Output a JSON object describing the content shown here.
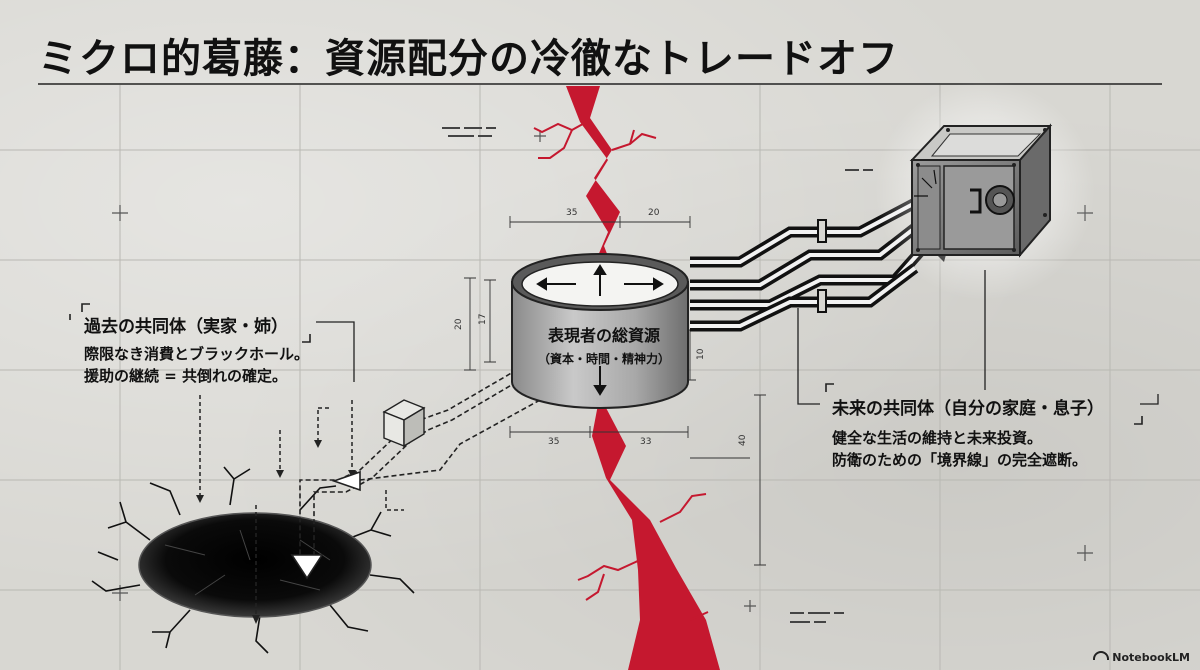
{
  "title": "ミクロ的葛藤：資源配分の冷徹なトレードオフ",
  "past_community": {
    "heading": "過去の共同体（実家・姉）",
    "lines": [
      "際限なき消費とブラックホール。",
      "援助の継続 = 共倒れの確定。"
    ]
  },
  "tank": {
    "label": "表現者の総資源",
    "sublabel": "（資本・時間・精神力）"
  },
  "future_community": {
    "heading": "未来の共同体（自分の家庭・息子）",
    "lines": [
      "健全な生活の維持と未来投資。",
      "防衛のための「境界線」の完全遮断。"
    ]
  },
  "dimensions": [
    "35",
    "20",
    "20",
    "17",
    "10",
    "35",
    "33",
    "40"
  ],
  "colors": {
    "crack": "#c5182f",
    "ink": "#111111",
    "paper": "#d8d7d2"
  },
  "watermark": "NotebookLM"
}
